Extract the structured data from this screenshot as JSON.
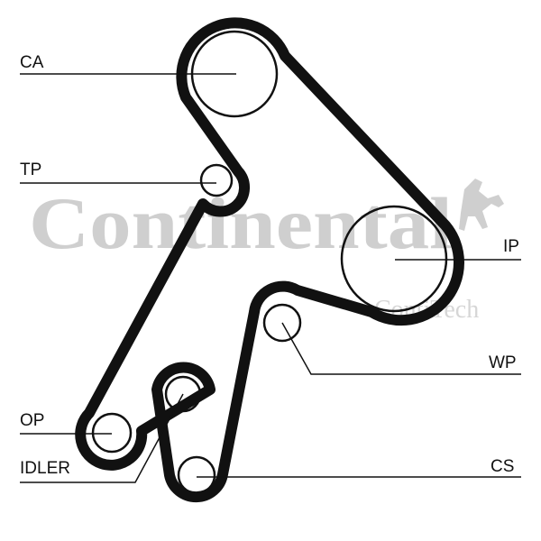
{
  "watermark": {
    "brand": "Continental",
    "sub_brand": "ContiTech"
  },
  "labels": {
    "ca": "CA",
    "tp": "TP",
    "ip": "IP",
    "wp": "WP",
    "op": "OP",
    "idler": "IDLER",
    "cs": "CS"
  },
  "colors": {
    "belt": "#111111",
    "watermark": "#cfcfcf"
  }
}
